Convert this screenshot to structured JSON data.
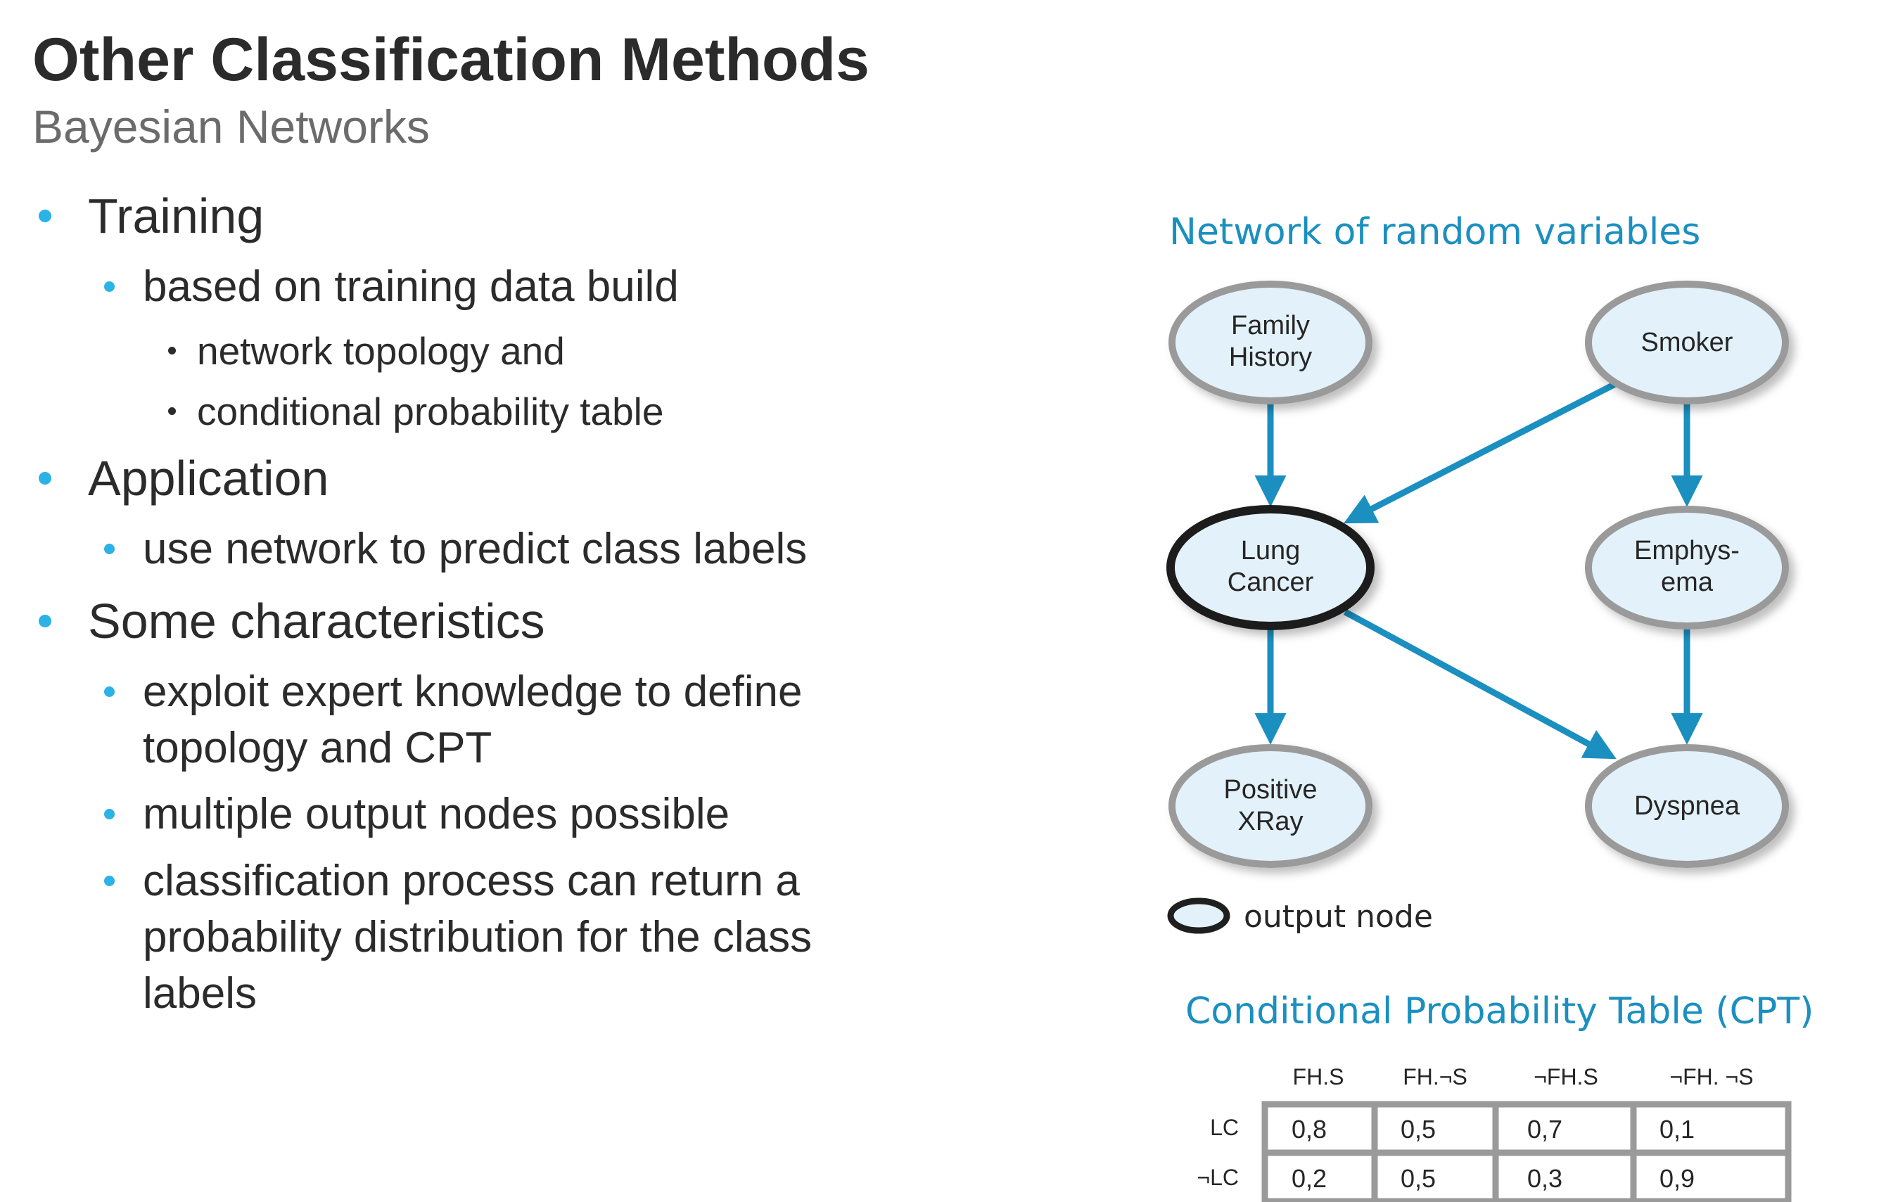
{
  "title": "Other Classification Methods",
  "subtitle": "Bayesian Networks",
  "bullets": [
    {
      "level": 1,
      "text": "Training"
    },
    {
      "level": 2,
      "text": "based on training data build"
    },
    {
      "level": 3,
      "text": "network topology and"
    },
    {
      "level": 3,
      "text": "conditional probability table"
    },
    {
      "level": 1,
      "text": "Application"
    },
    {
      "level": 2,
      "text": "use network to predict class labels"
    },
    {
      "level": 1,
      "text": "Some characteristics"
    },
    {
      "level": 2,
      "lines": [
        "exploit expert knowledge to define",
        "topology and CPT"
      ]
    },
    {
      "level": 2,
      "text": "multiple output nodes possible"
    },
    {
      "level": 2,
      "lines": [
        "classification process can return a",
        "probability distribution for the class",
        "labels"
      ]
    }
  ],
  "diagram": {
    "title": "Network of random variables",
    "nodes": {
      "family_history": [
        "Family",
        "History"
      ],
      "smoker": [
        "Smoker"
      ],
      "lung_cancer": [
        "Lung",
        "Cancer"
      ],
      "emphysema": [
        "Emphys-",
        "ema"
      ],
      "positive_xray": [
        "Positive",
        "XRay"
      ],
      "dyspnea": [
        "Dyspnea"
      ]
    },
    "edges": [
      [
        "family_history",
        "lung_cancer"
      ],
      [
        "smoker",
        "lung_cancer"
      ],
      [
        "smoker",
        "emphysema"
      ],
      [
        "lung_cancer",
        "positive_xray"
      ],
      [
        "lung_cancer",
        "dyspnea"
      ],
      [
        "emphysema",
        "dyspnea"
      ]
    ],
    "output_node": "lung_cancer",
    "legend": "output node",
    "colors": {
      "node_fill": "#e3f1fa",
      "node_border": "#9a9a9a",
      "output_border": "#1f1f1f",
      "edge": "#1b8fc0",
      "heading": "#1b8fc0",
      "bullet": "#2bb2e6"
    }
  },
  "cpt": {
    "title": "Conditional Probability Table (CPT)",
    "columns": [
      "FH.S",
      "FH.¬S",
      "¬FH.S",
      "¬FH. ¬S"
    ],
    "rows": [
      {
        "label": "LC",
        "values": [
          "0,8",
          "0,5",
          "0,7",
          "0,1"
        ]
      },
      {
        "label": "¬LC",
        "values": [
          "0,2",
          "0,5",
          "0,3",
          "0,9"
        ]
      }
    ]
  }
}
